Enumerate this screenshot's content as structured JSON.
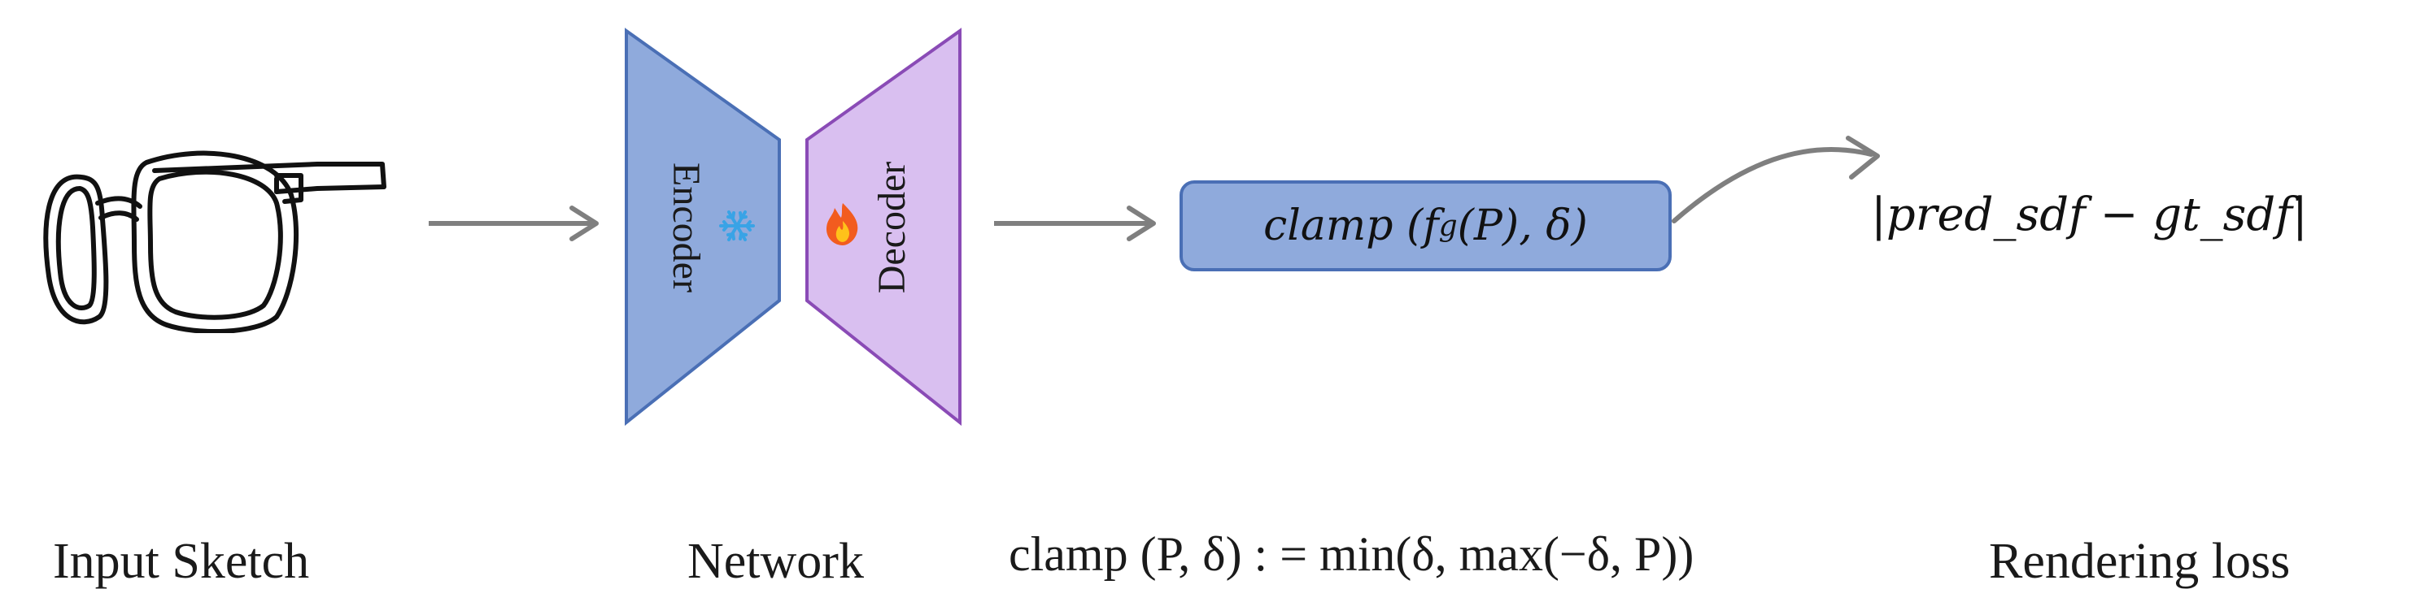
{
  "labels": {
    "input_sketch": "Input Sketch",
    "network": "Network",
    "clamp_def": "clamp (P, δ) : = min(δ, max(−δ,  P))",
    "rendering_loss": "Rendering loss"
  },
  "network": {
    "encoder": "Encoder",
    "decoder": "Decoder",
    "encoder_icon": "snowflake-icon",
    "decoder_icon": "fire-icon",
    "encoder_color": "#8faadc",
    "decoder_color": "#d9bff0"
  },
  "clamp_box": {
    "prefix": "clamp (",
    "func": "f",
    "subscript": "g",
    "arg": "(P), δ)",
    "color": "#8faadc"
  },
  "loss_formula": "|pred_sdf  −  gt_sdf|"
}
